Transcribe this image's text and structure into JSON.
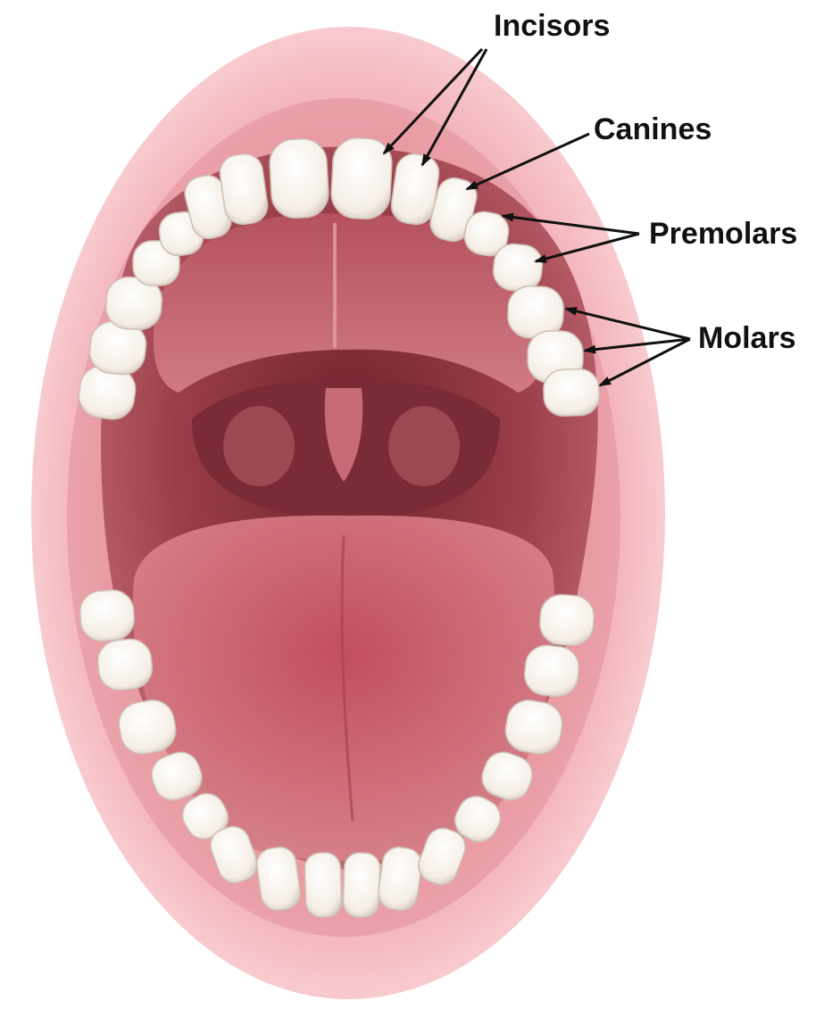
{
  "labels": {
    "incisors": "Incisors",
    "canines": "Canines",
    "premolars": "Premolars",
    "molars": "Molars"
  },
  "colors": {
    "lip_outer": "#f3b3b8",
    "lip_inner": "#e48e98",
    "oral_cavity": "#9c3f4a",
    "palate": "#c2606c",
    "tongue": "#c85f6b",
    "throat": "#7c2c36",
    "tooth": "#fbf6f0",
    "tooth_shadow": "#d9cfc6",
    "arrow": "#111111",
    "label_text": "#111111"
  }
}
